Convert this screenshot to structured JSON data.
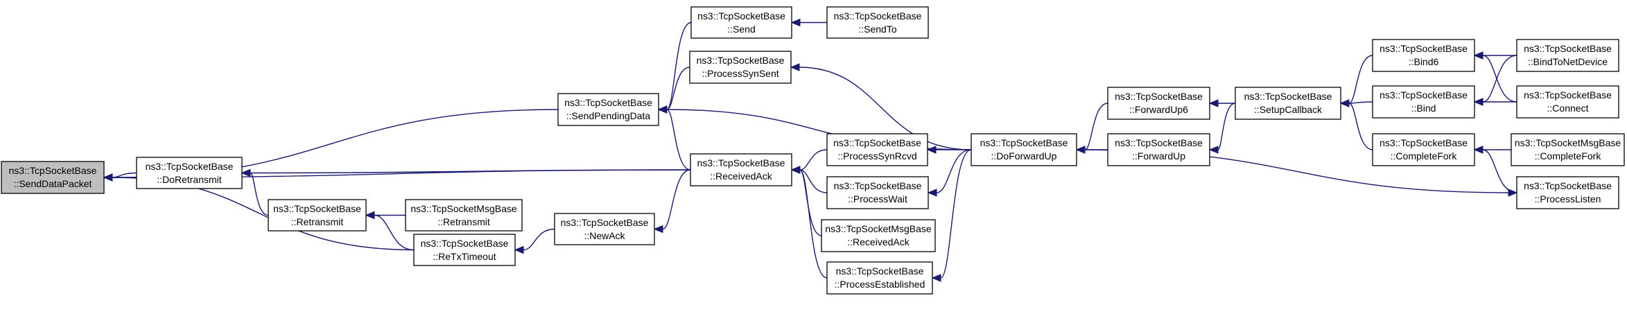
{
  "colors": {
    "edge": "#191970",
    "node_border": "#000000",
    "selected_fill": "#bfbfbf"
  },
  "nodes": [
    {
      "id": "send_data_packet",
      "line1": "ns3::TcpSocketBase",
      "line2": "::SendDataPacket",
      "selected": true
    },
    {
      "id": "do_retransmit",
      "line1": "ns3::TcpSocketBase",
      "line2": "::DoRetransmit"
    },
    {
      "id": "retransmit",
      "line1": "ns3::TcpSocketBase",
      "line2": "::Retransmit"
    },
    {
      "id": "msg_retransmit",
      "line1": "ns3::TcpSocketMsgBase",
      "line2": "::Retransmit"
    },
    {
      "id": "retx_timeout",
      "line1": "ns3::TcpSocketBase",
      "line2": "::ReTxTimeout"
    },
    {
      "id": "new_ack",
      "line1": "ns3::TcpSocketBase",
      "line2": "::NewAck"
    },
    {
      "id": "send_pending_data",
      "line1": "ns3::TcpSocketBase",
      "line2": "::SendPendingData"
    },
    {
      "id": "send",
      "line1": "ns3::TcpSocketBase",
      "line2": "::Send"
    },
    {
      "id": "send_to",
      "line1": "ns3::TcpSocketBase",
      "line2": "::SendTo"
    },
    {
      "id": "process_syn_sent",
      "line1": "ns3::TcpSocketBase",
      "line2": "::ProcessSynSent"
    },
    {
      "id": "received_ack",
      "line1": "ns3::TcpSocketBase",
      "line2": "::ReceivedAck"
    },
    {
      "id": "process_syn_rcvd",
      "line1": "ns3::TcpSocketBase",
      "line2": "::ProcessSynRcvd"
    },
    {
      "id": "process_wait",
      "line1": "ns3::TcpSocketBase",
      "line2": "::ProcessWait"
    },
    {
      "id": "msg_received_ack",
      "line1": "ns3::TcpSocketMsgBase",
      "line2": "::ReceivedAck"
    },
    {
      "id": "process_established",
      "line1": "ns3::TcpSocketBase",
      "line2": "::ProcessEstablished"
    },
    {
      "id": "do_forward_up",
      "line1": "ns3::TcpSocketBase",
      "line2": "::DoForwardUp"
    },
    {
      "id": "forward_up6",
      "line1": "ns3::TcpSocketBase",
      "line2": "::ForwardUp6"
    },
    {
      "id": "forward_up",
      "line1": "ns3::TcpSocketBase",
      "line2": "::ForwardUp"
    },
    {
      "id": "setup_callback",
      "line1": "ns3::TcpSocketBase",
      "line2": "::SetupCallback"
    },
    {
      "id": "bind6",
      "line1": "ns3::TcpSocketBase",
      "line2": "::Bind6"
    },
    {
      "id": "bind",
      "line1": "ns3::TcpSocketBase",
      "line2": "::Bind"
    },
    {
      "id": "complete_fork",
      "line1": "ns3::TcpSocketBase",
      "line2": "::CompleteFork"
    },
    {
      "id": "bind_to_net_device",
      "line1": "ns3::TcpSocketBase",
      "line2": "::BindToNetDevice"
    },
    {
      "id": "connect",
      "line1": "ns3::TcpSocketBase",
      "line2": "::Connect"
    },
    {
      "id": "msg_complete_fork",
      "line1": "ns3::TcpSocketMsgBase",
      "line2": "::CompleteFork"
    },
    {
      "id": "process_listen",
      "line1": "ns3::TcpSocketBase",
      "line2": "::ProcessListen"
    }
  ],
  "edges": [
    {
      "from": "do_retransmit",
      "to": "send_data_packet"
    },
    {
      "from": "retx_timeout",
      "to": "send_data_packet"
    },
    {
      "from": "send_pending_data",
      "to": "send_data_packet"
    },
    {
      "from": "received_ack",
      "to": "send_data_packet"
    },
    {
      "from": "retransmit",
      "to": "do_retransmit"
    },
    {
      "from": "received_ack",
      "to": "do_retransmit"
    },
    {
      "from": "msg_retransmit",
      "to": "retransmit"
    },
    {
      "from": "retx_timeout",
      "to": "retransmit"
    },
    {
      "from": "new_ack",
      "to": "retx_timeout"
    },
    {
      "from": "received_ack",
      "to": "new_ack"
    },
    {
      "from": "send",
      "to": "send_pending_data"
    },
    {
      "from": "process_syn_sent",
      "to": "send_pending_data"
    },
    {
      "from": "received_ack",
      "to": "send_pending_data"
    },
    {
      "from": "do_forward_up",
      "to": "send_pending_data"
    },
    {
      "from": "send_to",
      "to": "send"
    },
    {
      "from": "do_forward_up",
      "to": "process_syn_sent"
    },
    {
      "from": "process_syn_rcvd",
      "to": "received_ack"
    },
    {
      "from": "process_wait",
      "to": "received_ack"
    },
    {
      "from": "msg_received_ack",
      "to": "received_ack"
    },
    {
      "from": "process_established",
      "to": "received_ack"
    },
    {
      "from": "do_forward_up",
      "to": "process_syn_rcvd"
    },
    {
      "from": "do_forward_up",
      "to": "process_wait"
    },
    {
      "from": "do_forward_up",
      "to": "process_established"
    },
    {
      "from": "forward_up6",
      "to": "do_forward_up"
    },
    {
      "from": "forward_up",
      "to": "do_forward_up"
    },
    {
      "from": "do_forward_up",
      "to": "process_listen"
    },
    {
      "from": "setup_callback",
      "to": "forward_up6"
    },
    {
      "from": "setup_callback",
      "to": "forward_up"
    },
    {
      "from": "bind6",
      "to": "setup_callback"
    },
    {
      "from": "bind",
      "to": "setup_callback"
    },
    {
      "from": "complete_fork",
      "to": "setup_callback"
    },
    {
      "from": "bind_to_net_device",
      "to": "bind6"
    },
    {
      "from": "connect",
      "to": "bind6"
    },
    {
      "from": "bind_to_net_device",
      "to": "bind"
    },
    {
      "from": "connect",
      "to": "bind"
    },
    {
      "from": "msg_complete_fork",
      "to": "complete_fork"
    },
    {
      "from": "process_listen",
      "to": "complete_fork"
    }
  ]
}
